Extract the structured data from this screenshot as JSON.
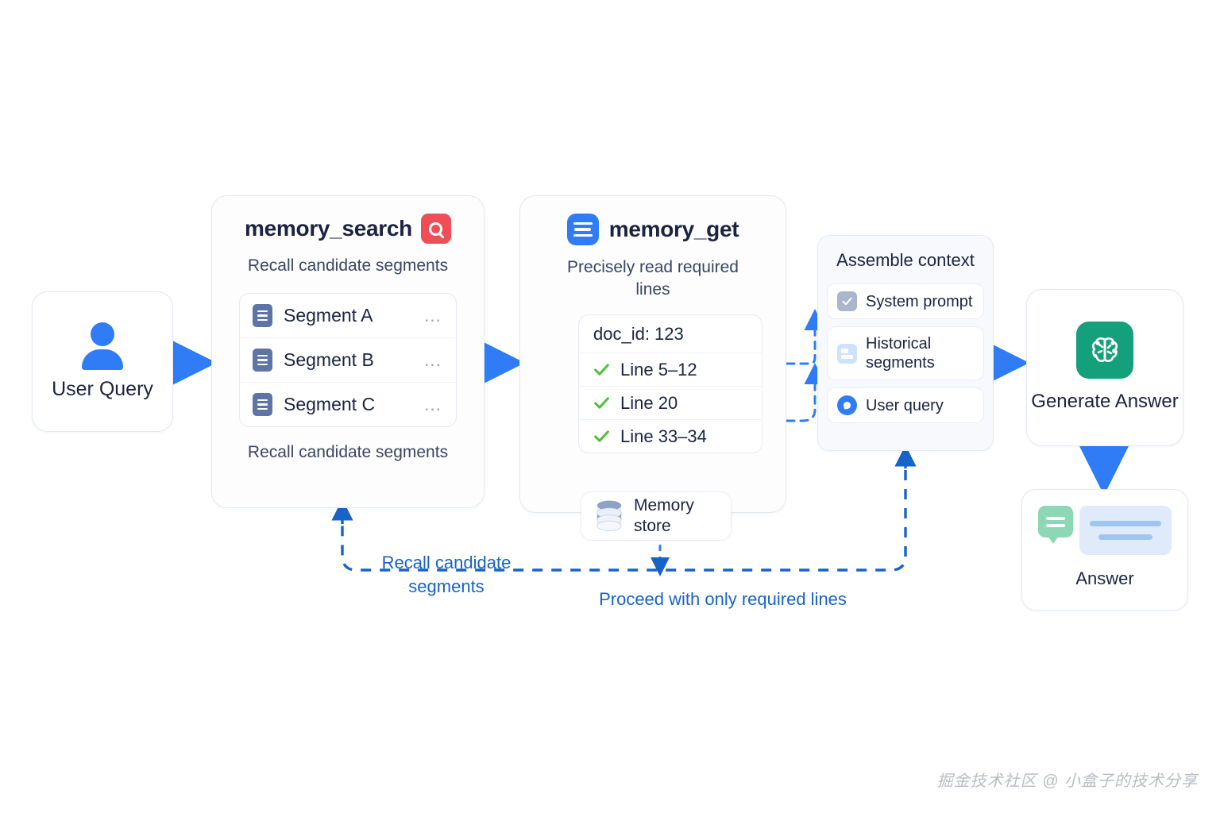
{
  "diagram": {
    "title": "memory_search / memory_get retrieval pipeline",
    "colors": {
      "accent_blue": "#2f7cf6",
      "link_blue": "#1763c8",
      "search_red": "#ef4e56",
      "brain_green": "#13a07a",
      "check_green": "#4ec03a",
      "doc_icon_slate": "#5d74a4"
    }
  },
  "user_query": {
    "label": "User Query",
    "icon": "user-icon"
  },
  "memory_search": {
    "title": "memory_search",
    "icon": "search-icon",
    "subtitle": "Recall candidate segments",
    "footnote": "Recall candidate segments",
    "segments": [
      {
        "icon": "document-icon",
        "label": "Segment A",
        "more": "…"
      },
      {
        "icon": "document-icon",
        "label": "Segment B",
        "more": "…"
      },
      {
        "icon": "document-icon",
        "label": "Segment C",
        "more": "…"
      }
    ]
  },
  "memory_get": {
    "title": "memory_get",
    "icon": "database-icon",
    "subtitle": "Precisely read required lines",
    "doc_header": "doc_id: 123",
    "lines": [
      {
        "status": "check",
        "label": "Line 5–12"
      },
      {
        "status": "check",
        "label": "Line 20"
      },
      {
        "status": "check",
        "label": "Line 33–34"
      }
    ]
  },
  "memory_store": {
    "label": "Memory store",
    "icon": "database-cylinder-icon"
  },
  "assemble_context": {
    "title": "Assemble context",
    "items": [
      {
        "icon": "checkbox-checked-icon",
        "label": "System prompt"
      },
      {
        "icon": "history-icon",
        "label": "Historical segments"
      },
      {
        "icon": "user-query-dot-icon",
        "label": "User query"
      }
    ]
  },
  "generate_answer": {
    "label": "Generate Answer",
    "icon": "brain-icon"
  },
  "answer": {
    "label": "Answer",
    "icon": "chat-bubble-icon"
  },
  "edges": {
    "recall_feedback": "Recall candidate segments",
    "proceed": "Proceed with only required lines"
  },
  "watermark": "掘金技术社区 @ 小盒子的技术分享"
}
